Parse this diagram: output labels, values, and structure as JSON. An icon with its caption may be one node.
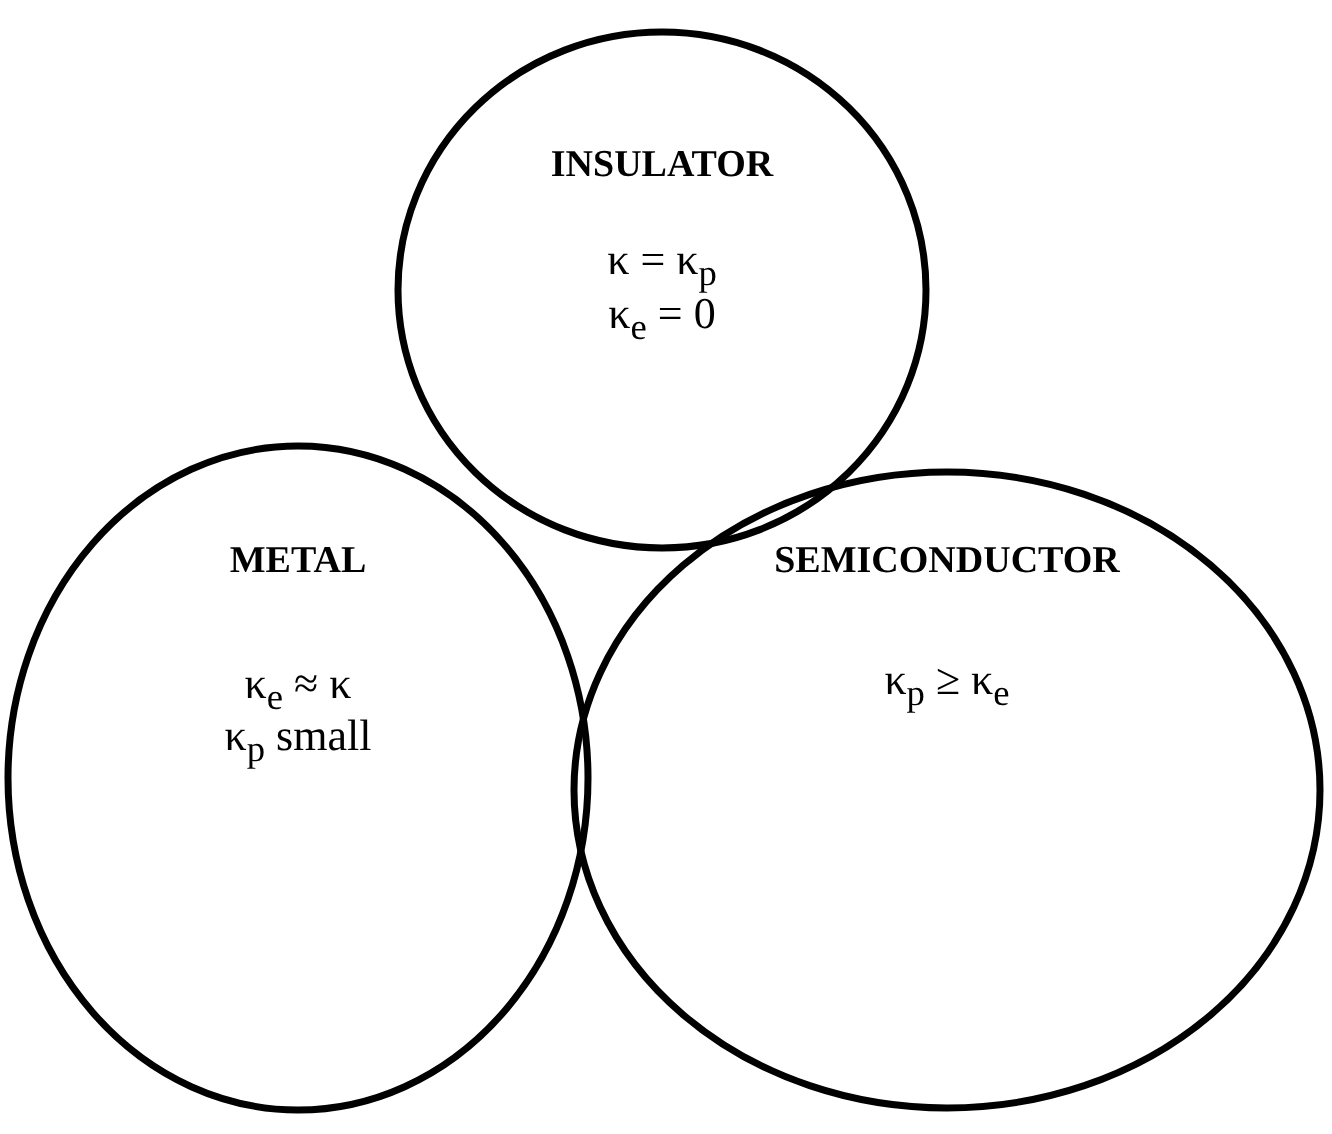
{
  "diagram": {
    "nodes": [
      {
        "text": [
          "INSULATOR",
          "κ = κ$_{p}$",
          "κ$_{e}$ = 0"
        ]
      },
      {
        "text": [
          "METAL",
          "κ$_{e}$ ≈ κ",
          "κ$_{p}$ small"
        ]
      },
      {
        "text": [
          "SEMICONDUCTOR",
          "κ$_{p}$ ≥ κ$_{e}$"
        ]
      }
    ]
  }
}
